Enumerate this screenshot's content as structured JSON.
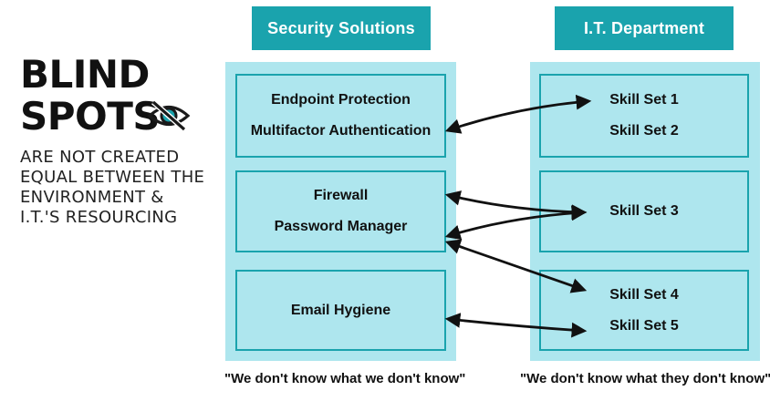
{
  "title": {
    "line1": "BLIND",
    "line2": "SPOTS",
    "subtitle": [
      "ARE NOT CREATED",
      "EQUAL BETWEEN THE",
      "ENVIRONMENT &",
      "I.T.'S RESOURCING"
    ]
  },
  "icon": "eye-slash-icon",
  "security": {
    "header": "Security Solutions",
    "groups": [
      [
        "Endpoint Protection",
        "Multifactor Authentication"
      ],
      [
        "Firewall",
        "Password Manager"
      ],
      [
        "Email Hygiene"
      ]
    ],
    "caption": "\"We don't know what we don't know\""
  },
  "it": {
    "header": "I.T. Department",
    "groups": [
      [
        "Skill Set 1",
        "Skill Set 2"
      ],
      [
        "Skill Set 3"
      ],
      [
        "Skill Set 4",
        "Skill Set 5"
      ]
    ],
    "caption": "\"We don't know what they don't know\""
  },
  "colors": {
    "accent": "#1aa3ad",
    "panel": "#aee6ee",
    "text": "#111111"
  }
}
